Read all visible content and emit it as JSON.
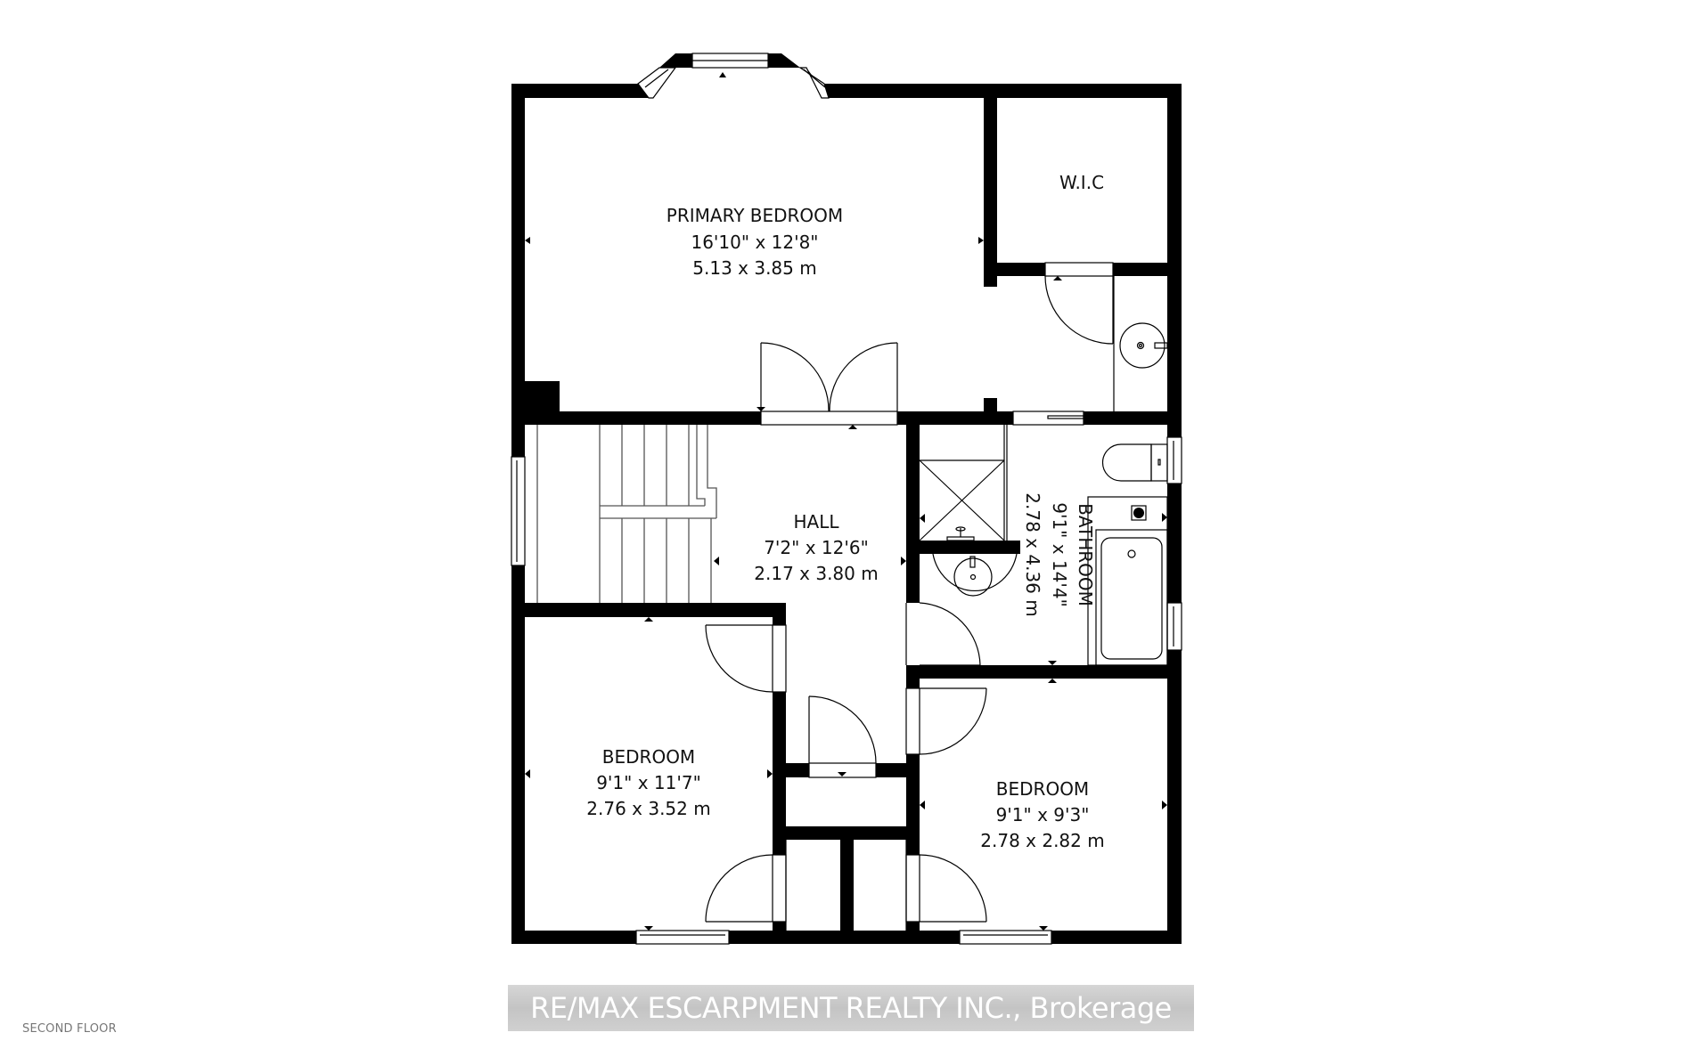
{
  "floor_label": "SECOND FLOOR",
  "watermark": "RE/MAX ESCARPMENT REALTY INC., Brokerage",
  "rooms": {
    "primary_bedroom": {
      "name": "PRIMARY BEDROOM",
      "imperial": "16'10\" x 12'8\"",
      "metric": "5.13 x 3.85 m"
    },
    "wic": {
      "name": "W.I.C"
    },
    "hall": {
      "name": "HALL",
      "imperial": "7'2\" x 12'6\"",
      "metric": "2.17 x 3.80 m"
    },
    "bathroom": {
      "name": "BATHROOM",
      "imperial": "9'1\" x 14'4\"",
      "metric": "2.78 x 4.36 m"
    },
    "bedroom_left": {
      "name": "BEDROOM",
      "imperial": "9'1\" x 11'7\"",
      "metric": "2.76 x 3.52 m"
    },
    "bedroom_right": {
      "name": "BEDROOM",
      "imperial": "9'1\" x 9'3\"",
      "metric": "2.78 x 2.82 m"
    }
  },
  "colors": {
    "wall": "#000000",
    "background": "#ffffff",
    "watermark_bg": "#c8c8c8",
    "floor_label": "#777777"
  }
}
